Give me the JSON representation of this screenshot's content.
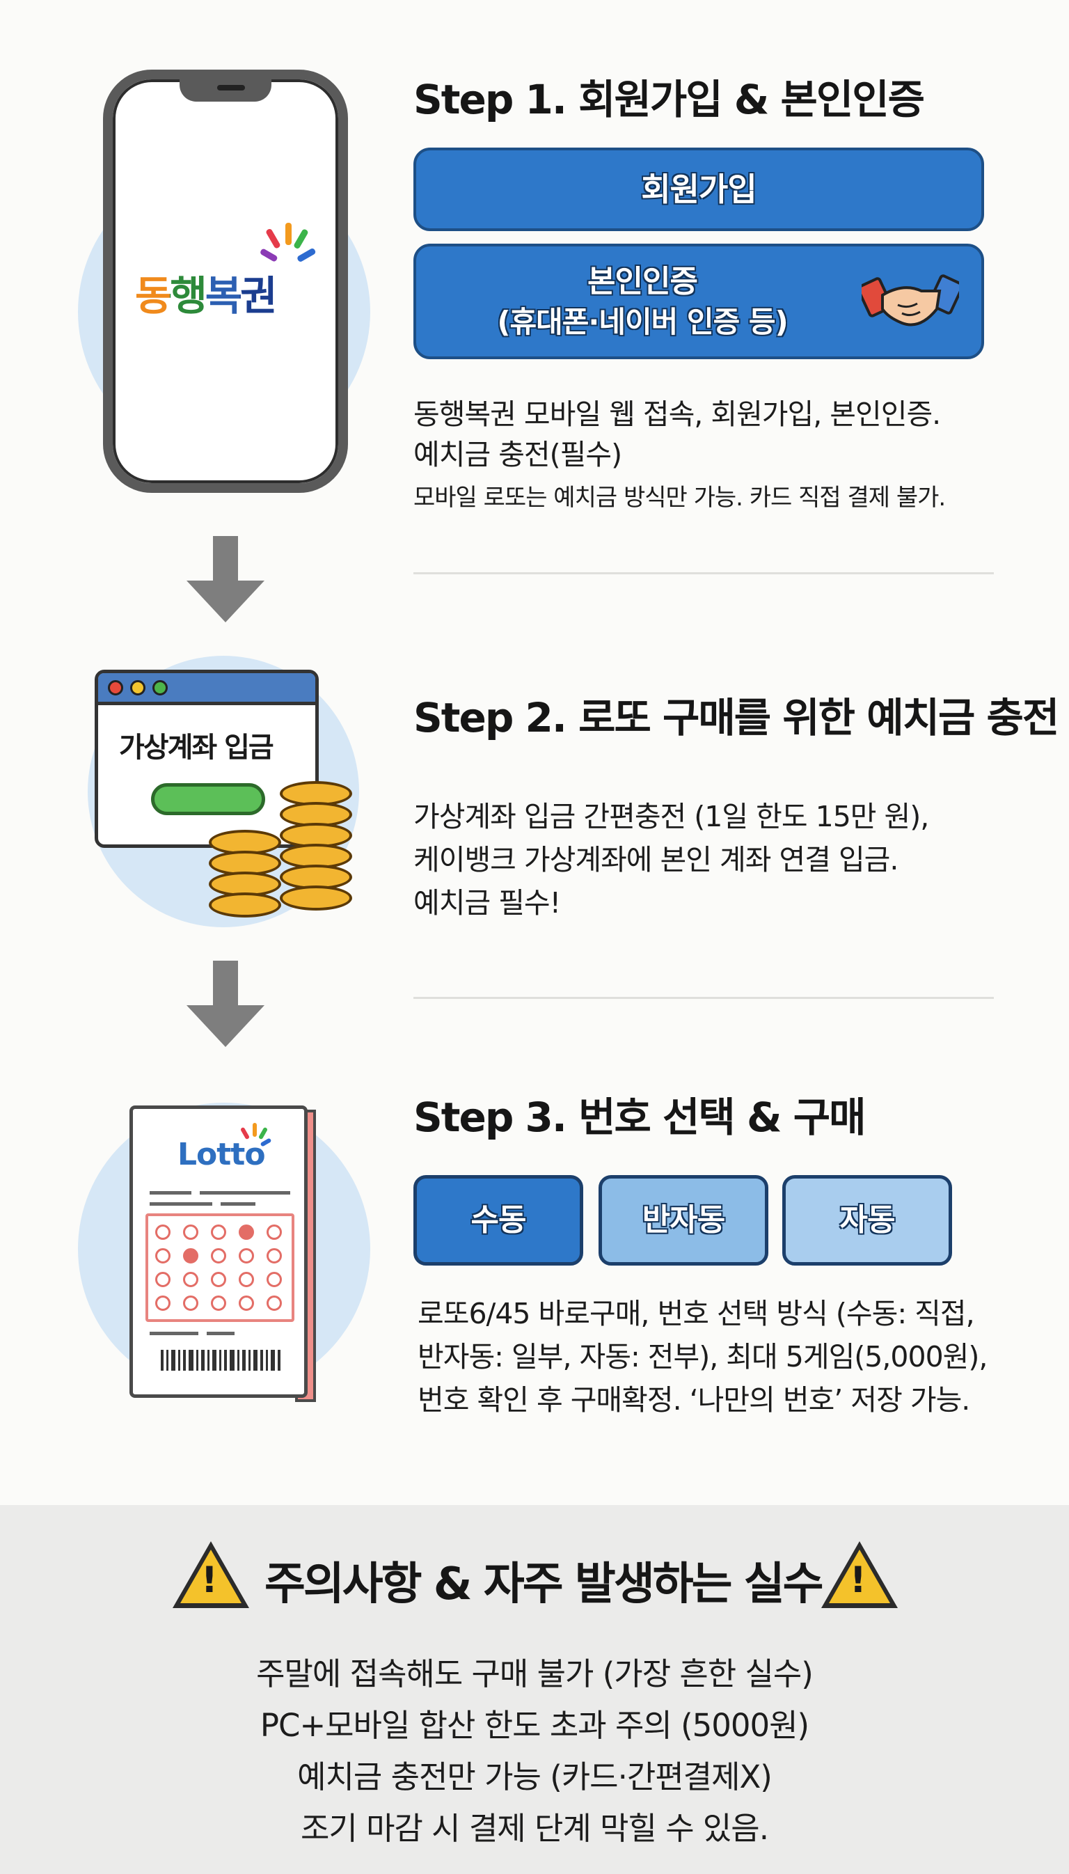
{
  "brand": {
    "name": "동행복권",
    "colors": [
      "#f08a1c",
      "#2d8a3a",
      "#2c5fb2",
      "#1b3d8f"
    ]
  },
  "step1": {
    "title": "Step 1. 회원가입 & 본인인증",
    "signup_label": "회원가입",
    "verify_label_line1": "본인인증",
    "verify_label_line2": "(휴대폰·네이버 인증 등)",
    "desc_line1": "동행복권 모바일 웹 접속, 회원가입, 본인인증.",
    "desc_line2": "예치금 충전(필수)",
    "note": "모바일 로또는 예치금 방식만 가능. 카드 직접 결제 불가."
  },
  "step2": {
    "title": "Step 2. 로또 구매를 위한 예치금 충전",
    "window_label": "가상계좌 입금",
    "desc_line1": "가상계좌 입금 간편충전 (1일 한도 15만 원),",
    "desc_line2": "케이뱅크 가상계좌에 본인 계좌 연결 입금.",
    "desc_line3": "예치금 필수!"
  },
  "step3": {
    "title": "Step 3. 번호 선택 & 구매",
    "ticket_logo": "Lotto",
    "modes": [
      "수동",
      "반자동",
      "자동"
    ],
    "desc_line1": "로또6/45 바로구매, 번호 선택 방식 (수동: 직접,",
    "desc_line2": "반자동: 일부, 자동: 전부), 최대 5게임(5,000원),",
    "desc_line3": "번호 확인 후 구매확정. ‘나만의 번호’ 저장 가능."
  },
  "caution": {
    "icon": "warning-icon",
    "title": "주의사항 & 자주 발생하는 실수",
    "lines": [
      "주말에 접속해도 구매 불가 (가장 흔한 실수)",
      "PC+모바일 합산 한도 초과 주의 (5000원)",
      "예치금 충전만 가능 (카드·간편결제X)",
      "조기 마감 시 결제 단계 막힐 수 있음."
    ]
  }
}
